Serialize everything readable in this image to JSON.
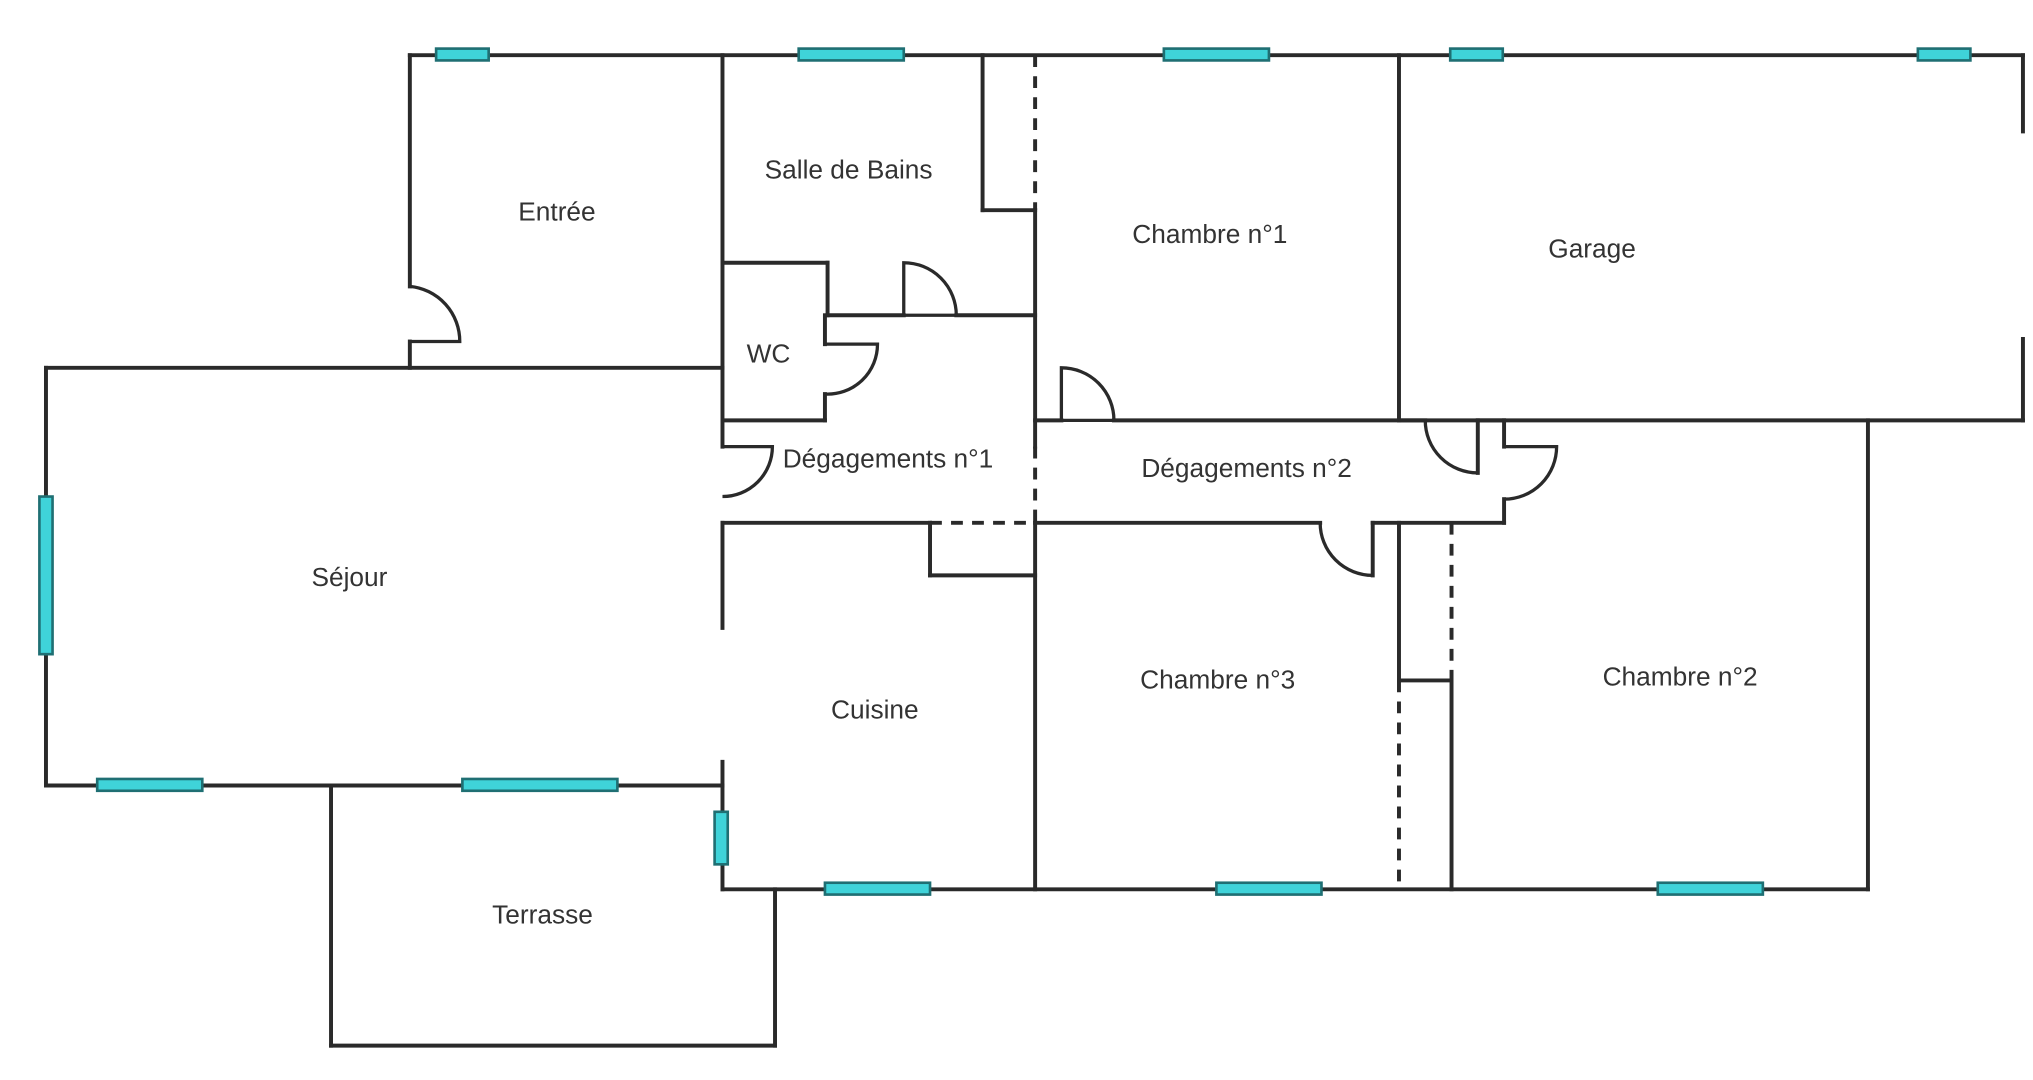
{
  "colors": {
    "wall": "#2a2a2a",
    "window_fill": "#3fd3d9",
    "window_stroke": "#1f6f73",
    "label": "#333333"
  },
  "rooms": {
    "entree": "Entrée",
    "salle_de_bains": "Salle de Bains",
    "wc": "WC",
    "chambre1": "Chambre n°1",
    "garage": "Garage",
    "degagement1": "Dégagements n°1",
    "degagement2": "Dégagements n°2",
    "sejour": "Séjour",
    "cuisine": "Cuisine",
    "chambre3": "Chambre n°3",
    "chambre2": "Chambre n°2",
    "terrasse": "Terrasse"
  }
}
